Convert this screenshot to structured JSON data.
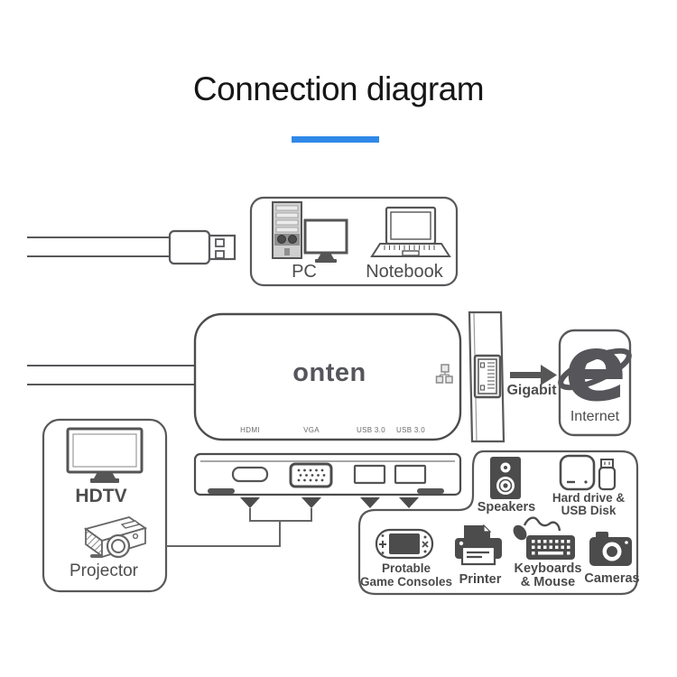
{
  "title": "Connection diagram",
  "colors": {
    "accent": "#2f88e8",
    "line_art": "#58585b",
    "icon_dark": "#4c4c4c"
  },
  "pc_box": {
    "pc": "PC",
    "notebook": "Notebook"
  },
  "hub": {
    "brand": "onten",
    "ports": [
      "HDMI",
      "VGA",
      "USB 3.0",
      "USB 3.0"
    ]
  },
  "network": {
    "gigabit": "Gigabit",
    "internet": "Internet",
    "ie_glyph": "e"
  },
  "display_box": {
    "hdtv": "HDTV",
    "projector": "Projector"
  },
  "peripherals": {
    "speakers": "Speakers",
    "hard_drive_line1": "Hard drive &",
    "hard_drive_line2": "USB Disk",
    "consoles_line1": "Protable",
    "consoles_line2": "Game Consoles",
    "printer": "Printer",
    "keyboards_line1": "Keyboards",
    "keyboards_line2": "& Mouse",
    "cameras": "Cameras"
  }
}
